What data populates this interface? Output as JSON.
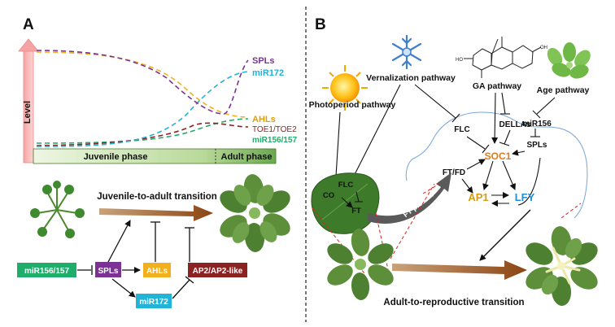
{
  "panel_a": {
    "label": "A",
    "y_axis_label": "Level",
    "phase_juvenile": "Juvenile phase",
    "phase_adult": "Adult phase",
    "curve_labels": {
      "spls": "SPLs",
      "mir172": "miR172",
      "ahls": "AHLs",
      "toe": "TOE1/TOE2",
      "mir156": "miR156/157"
    },
    "transition_label": "Juvenile-to-adult transition",
    "network": {
      "mir156": "miR156/157",
      "spls": "SPLs",
      "ahls": "AHLs",
      "ap2": "AP2/AP2-like",
      "mir172": "miR172"
    }
  },
  "panel_b": {
    "label": "B",
    "vernalization": "Vernalization pathway",
    "ga": "GA pathway",
    "age": "Age pathway",
    "photoperiod": "Photoperiod pathway",
    "flc": "FLC",
    "dellas": "DELLAs",
    "mir156": "miR156",
    "spls": "SPLs",
    "soc1": "SOC1",
    "ftfd": "FT/FD",
    "ap1": "AP1",
    "lfy": "LFY",
    "leaf_co": "CO",
    "leaf_flc": "FLC",
    "leaf_ft": "FT",
    "ft_protein": "FT protein",
    "transition_label": "Adult-to-reproductive transition"
  },
  "colors": {
    "spls": "#7b3294",
    "mir172": "#1fb4d8",
    "ahls": "#f2b01e",
    "toe": "#8b2323",
    "mir156": "#1fae6a",
    "soc1": "#e07b1a",
    "ap1": "#d89a12",
    "lfy": "#1f8fd8",
    "leaf_green": "#3d7a2a",
    "arrow_brown": "#8b4513"
  }
}
